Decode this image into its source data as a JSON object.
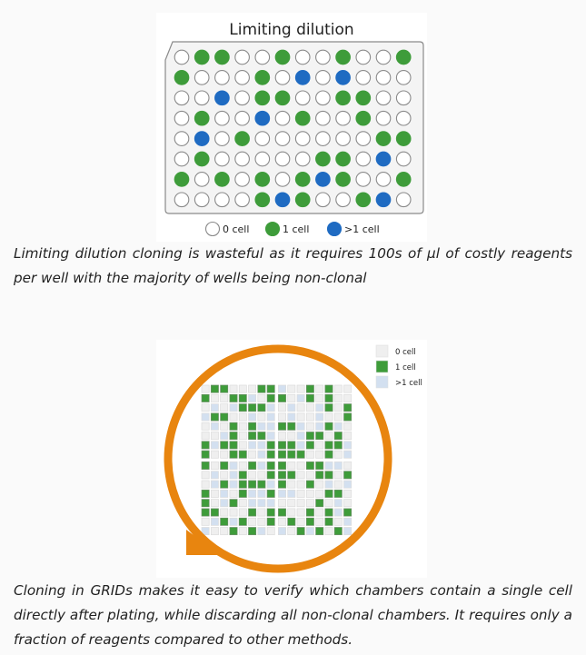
{
  "figure1": {
    "title": "Limiting dilution",
    "legend": [
      {
        "label": "0 cell",
        "state": 0
      },
      {
        "label": "1 cell",
        "state": 1
      },
      {
        "label": ">1 cell",
        "state": 2
      }
    ],
    "colors": {
      "empty": "#ffffff",
      "one": "#3e9c3a",
      "multi": "#1f6bc2",
      "plate": "#f4f4f4",
      "outline": "#8a8a8a"
    },
    "wells": [
      [
        0,
        1,
        1,
        0,
        0,
        1,
        0,
        0,
        1,
        0,
        0,
        1
      ],
      [
        1,
        0,
        0,
        0,
        1,
        0,
        2,
        0,
        2,
        0,
        0,
        0
      ],
      [
        0,
        0,
        2,
        0,
        1,
        1,
        0,
        0,
        1,
        1,
        0,
        0
      ],
      [
        0,
        1,
        0,
        0,
        2,
        0,
        1,
        0,
        0,
        1,
        0,
        0
      ],
      [
        0,
        2,
        0,
        1,
        0,
        0,
        0,
        0,
        0,
        0,
        1,
        1
      ],
      [
        0,
        1,
        0,
        0,
        0,
        0,
        0,
        1,
        1,
        0,
        2,
        0
      ],
      [
        1,
        0,
        1,
        0,
        1,
        0,
        1,
        2,
        1,
        0,
        0,
        1
      ],
      [
        0,
        0,
        0,
        0,
        1,
        2,
        1,
        0,
        0,
        1,
        2,
        0
      ]
    ]
  },
  "caption1": "Limiting dilution cloning is wasteful as it requires 100s of µl of costly reagents per well with the majority of wells being non-clonal",
  "figure2": {
    "legend": [
      {
        "label": "0 cell",
        "state": 0
      },
      {
        "label": "1 cell",
        "state": 1
      },
      {
        "label": ">1 cell",
        "state": 2
      }
    ],
    "colors": {
      "empty": "#efefef",
      "one": "#3e9c3a",
      "multi": "#d3e0f0",
      "ring": "#e8850f",
      "cellBorder": "#dcdcdc"
    },
    "chambers": [
      "0110001120010100",
      "1001120110210100",
      "0202111202002101",
      "2110020202002001",
      "0201012211202120",
      "0021011200211010",
      "1211022111210112",
      "1001102111100102",
      "1012012110011220",
      "0202100111001101",
      "0212111210010202",
      "1020122122000110",
      "1021022200001020",
      "1100010110010121",
      "0212100101010102",
      "2001012020121012"
    ]
  },
  "caption2": "Cloning in GRIDs makes it easy to verify which chambers contain a single cell directly after plating, while discarding all non-clonal chambers. It requires only a fraction of reagents compared to other methods."
}
